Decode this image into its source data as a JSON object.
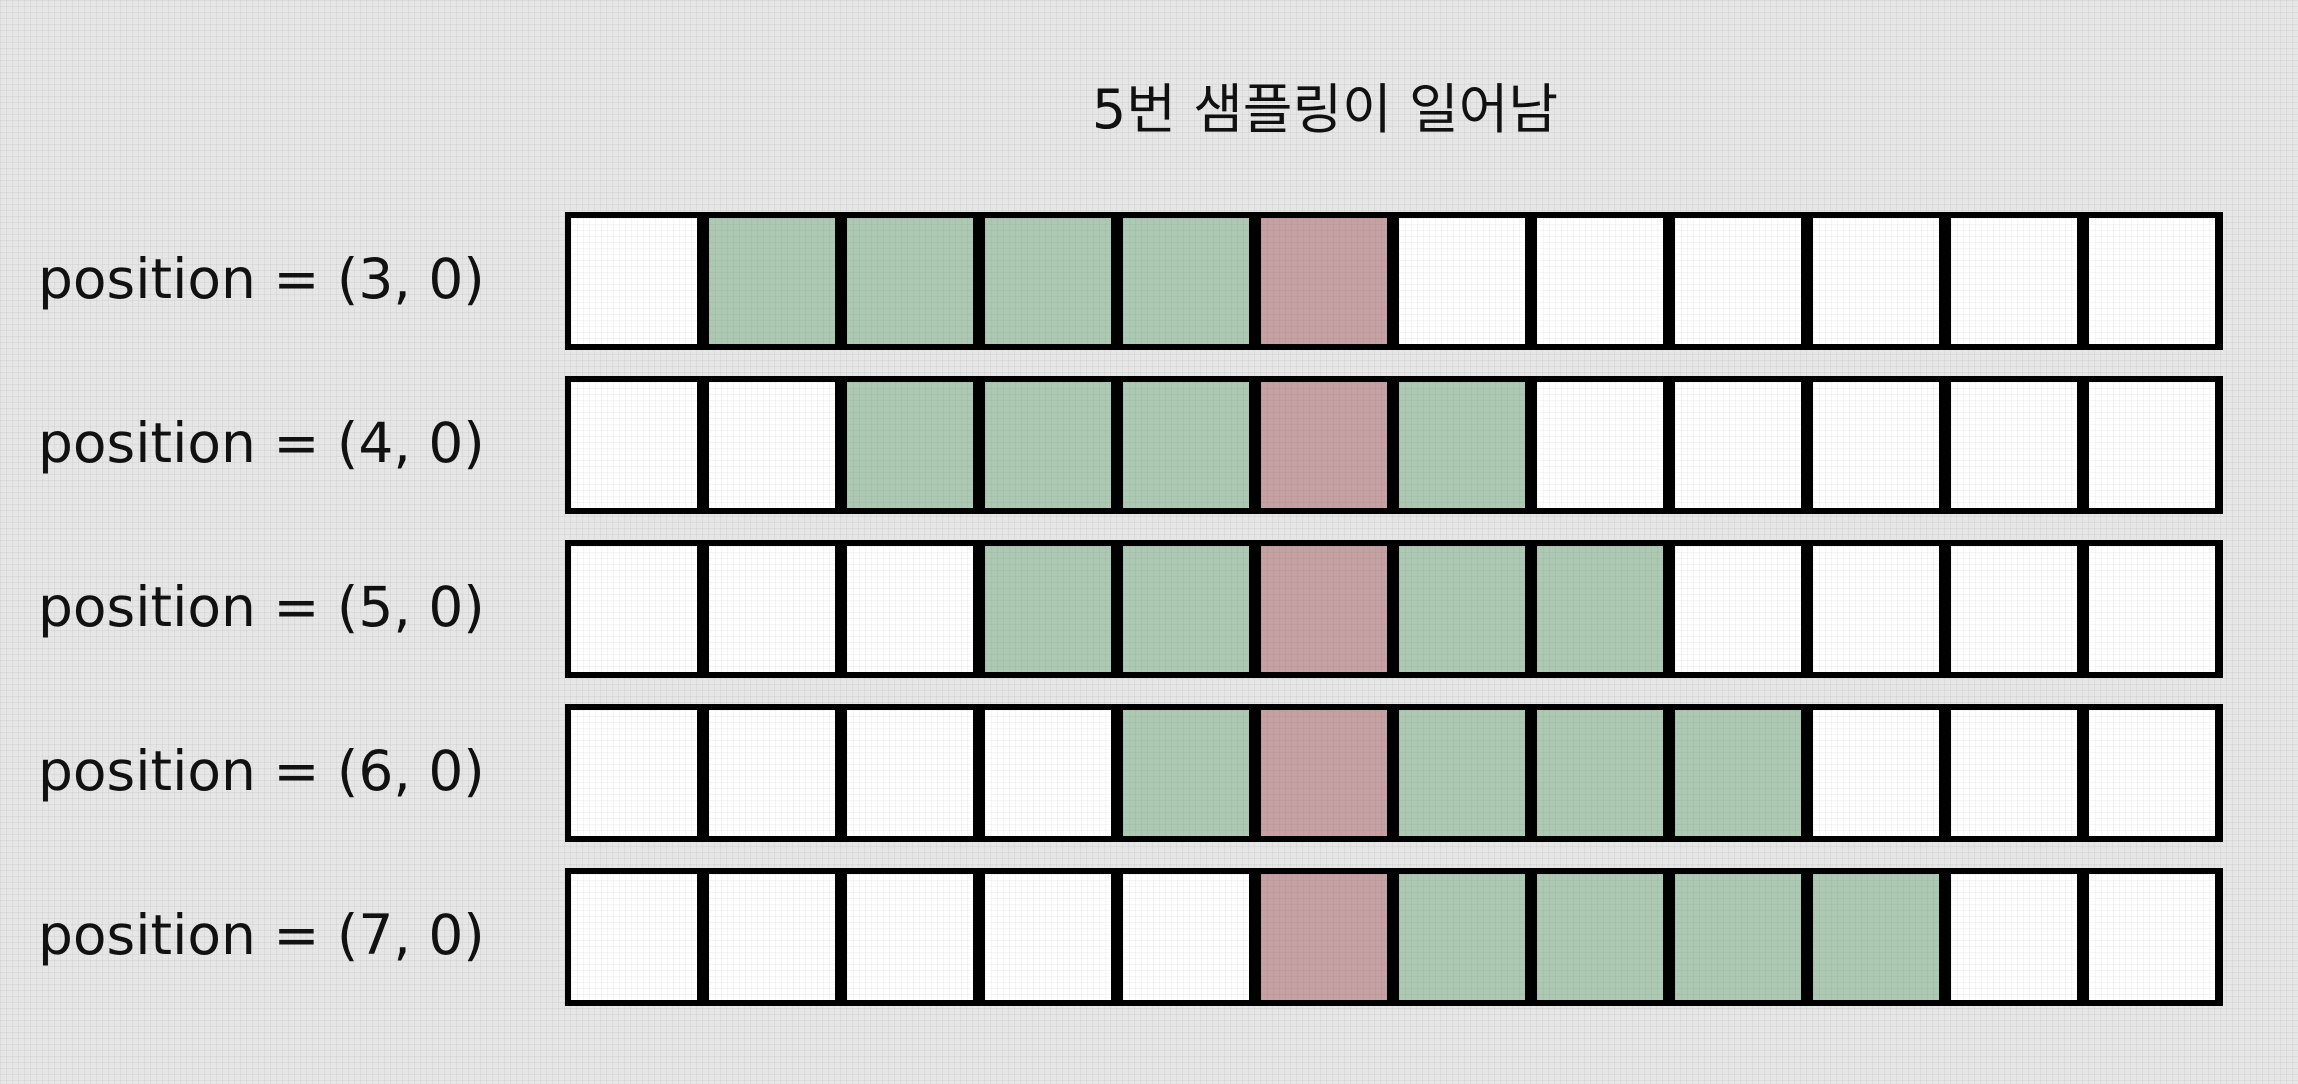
{
  "title": "5번 샘플링이 일어남",
  "colors": {
    "empty": "#ffffff",
    "sampled": "#adc9b3",
    "center": "#c6a1a3",
    "border": "#000000"
  },
  "cells_per_row": 12,
  "rows": [
    {
      "label": "position = (3, 0)",
      "cells": [
        "empty",
        "sampled",
        "sampled",
        "sampled",
        "sampled",
        "center",
        "empty",
        "empty",
        "empty",
        "empty",
        "empty",
        "empty"
      ]
    },
    {
      "label": "position = (4, 0)",
      "cells": [
        "empty",
        "empty",
        "sampled",
        "sampled",
        "sampled",
        "center",
        "sampled",
        "empty",
        "empty",
        "empty",
        "empty",
        "empty"
      ]
    },
    {
      "label": "position = (5, 0)",
      "cells": [
        "empty",
        "empty",
        "empty",
        "sampled",
        "sampled",
        "center",
        "sampled",
        "sampled",
        "empty",
        "empty",
        "empty",
        "empty"
      ]
    },
    {
      "label": "position = (6, 0)",
      "cells": [
        "empty",
        "empty",
        "empty",
        "empty",
        "sampled",
        "center",
        "sampled",
        "sampled",
        "sampled",
        "empty",
        "empty",
        "empty"
      ]
    },
    {
      "label": "position = (7, 0)",
      "cells": [
        "empty",
        "empty",
        "empty",
        "empty",
        "empty",
        "center",
        "sampled",
        "sampled",
        "sampled",
        "sampled",
        "empty",
        "empty"
      ]
    }
  ]
}
